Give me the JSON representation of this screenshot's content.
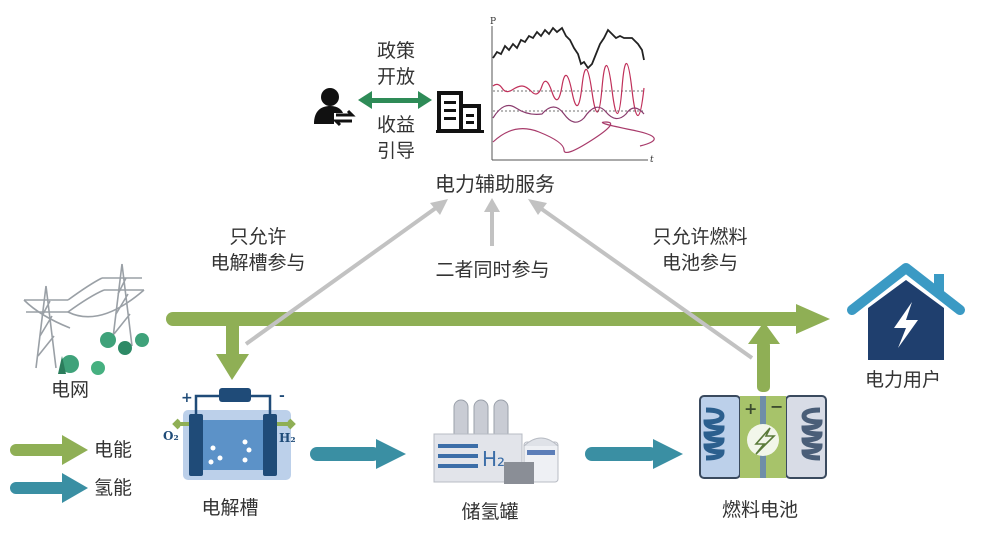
{
  "title": "电力辅助服务",
  "policy_text": {
    "line1": "政策",
    "line2": "开放"
  },
  "revenue_text": {
    "line1": "收益",
    "line2": "引导"
  },
  "chart": {
    "y_axis_label": "P",
    "x_axis_label": "t"
  },
  "scenarios": {
    "left": {
      "line1": "只允许",
      "line2": "电解槽参与"
    },
    "middle": {
      "line1": "二者同时参与"
    },
    "right": {
      "line1": "只允许燃料",
      "line2": "电池参与"
    }
  },
  "nodes": {
    "grid": "电网",
    "electrolyzer": "电解槽",
    "storage": "储氢罐",
    "fuel_cell": "燃料电池",
    "user": "电力用户"
  },
  "electrolyzer_labels": {
    "plus": "+",
    "minus": "-",
    "o2": "O₂",
    "h2": "H₂"
  },
  "fuel_cell_labels": {
    "plus": "+",
    "minus": "−"
  },
  "storage_labels": {
    "h2": "H₂"
  },
  "legend": [
    {
      "label": "电能",
      "color": "#8faf55"
    },
    {
      "label": "氢能",
      "color": "#3a8fa3"
    }
  ],
  "colors": {
    "electric": "#8faf55",
    "hydrogen": "#3a8fa3",
    "gray_arrow": "#c2c2c2",
    "policy_arrow": "#2e8b57",
    "house_roof": "#3b9ac4",
    "house_body": "#1f3f6e"
  }
}
